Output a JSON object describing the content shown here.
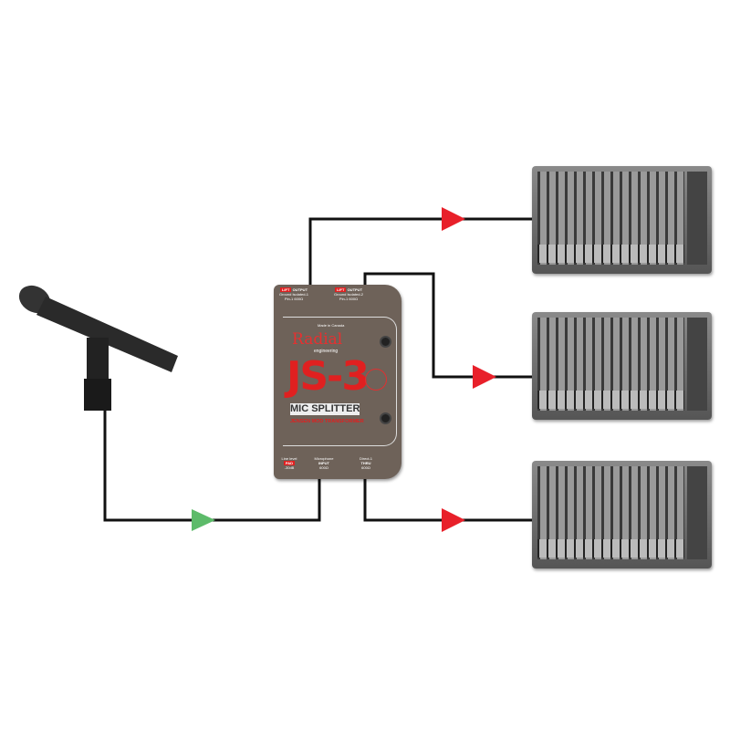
{
  "splitter": {
    "made_in": "Made in Canada",
    "brand": "Radial",
    "brand_sub": "engineering",
    "model": "JS-3",
    "subtitle": "MIC SPLITTER",
    "tagline": "JENSEN MOD TRANSFORMER",
    "output1": {
      "label": "OUTPUT",
      "sub": "Isolated-1",
      "ohm": "600Ω",
      "lift": "LIFT",
      "ground": "Ground",
      "pin": "Pin-1"
    },
    "output2": {
      "label": "OUTPUT",
      "sub": "Isolated-2",
      "ohm": "600Ω",
      "lift": "LIFT",
      "ground": "Ground",
      "pin": "Pin-1"
    },
    "pad": {
      "label": "Line level",
      "button": "PAD",
      "value": "-30dB"
    },
    "input": {
      "label": "Microphone",
      "name": "INPUT",
      "ohm": "600Ω"
    },
    "thru": {
      "label": "Direct-1",
      "name": "THRU",
      "ohm": "600Ω"
    }
  },
  "colors": {
    "input_arrow": "#5dbb6a",
    "output_arrow": "#e8202a",
    "wire": "#111111"
  }
}
